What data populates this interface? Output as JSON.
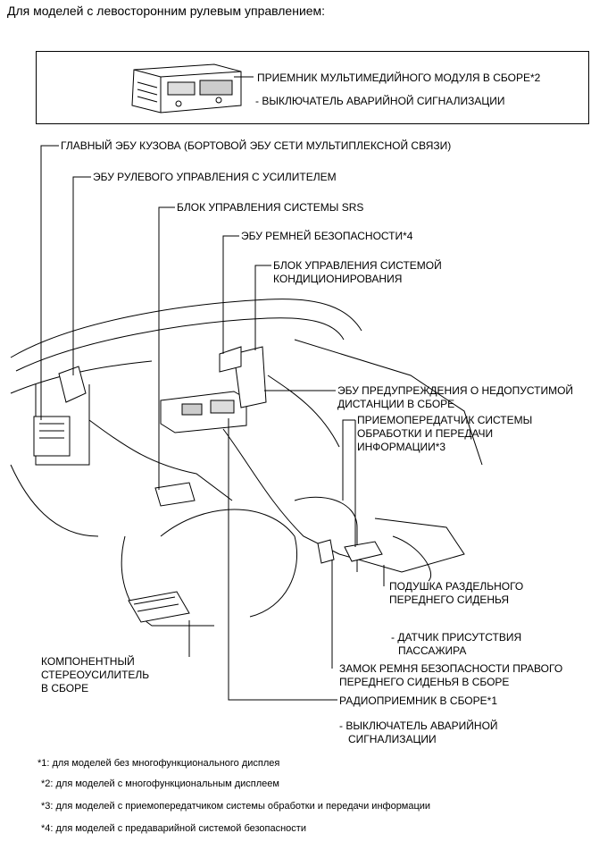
{
  "header": "Для моделей с левосторонним рулевым управлением:",
  "box_labels": {
    "receiver": "ПРИЕМНИК МУЛЬТИМЕДИЙНОГО МОДУЛЯ В СБОРЕ*2",
    "hazard_switch": "- ВЫКЛЮЧАТЕЛЬ АВАРИЙНОЙ СИГНАЛИЗАЦИИ"
  },
  "labels": {
    "body_ecu": "ГЛАВНЫЙ ЭБУ КУЗОВА (БОРТОВОЙ ЭБУ СЕТИ МУЛЬТИПЛЕКСНОЙ СВЯЗИ)",
    "eps_ecu": "ЭБУ РУЛЕВОГО УПРАВЛЕНИЯ С УСИЛИТЕЛЕМ",
    "srs_unit": "БЛОК УПРАВЛЕНИЯ СИСТЕМЫ SRS",
    "seatbelt_ecu": "ЭБУ РЕМНЕЙ БЕЗОПАСНОСТИ*4",
    "ac_unit_1": "БЛОК УПРАВЛЕНИЯ СИСТЕМОЙ",
    "ac_unit_2": "КОНДИЦИОНИРОВАНИЯ",
    "distance_ecu_1": "ЭБУ ПРЕДУПРЕЖДЕНИЯ О НЕДОПУСТИМОЙ",
    "distance_ecu_2": "ДИСТАНЦИИ В СБОРЕ",
    "transceiver_1": "ПРИЕМОПЕРЕДАТЧИК СИСТЕМЫ",
    "transceiver_2": "ОБРАБОТКИ И ПЕРЕДАЧИ",
    "transceiver_3": "ИНФОРМАЦИИ*3",
    "seat_cushion_1": "ПОДУШКА РАЗДЕЛЬНОГО",
    "seat_cushion_2": "ПЕРЕДНЕГО СИДЕНЬЯ",
    "occupant_sensor_1": "- ДАТЧИК ПРИСУТСТВИЯ",
    "occupant_sensor_2": "ПАССАЖИРА",
    "buckle_1": "ЗАМОК РЕМНЯ БЕЗОПАСНОСТИ ПРАВОГО",
    "buckle_2": "ПЕРЕДНЕГО СИДЕНЬЯ В СБОРЕ",
    "radio": "РАДИОПРИЕМНИК В СБОРЕ*1",
    "radio_hazard_1": "- ВЫКЛЮЧАТЕЛЬ АВАРИЙНОЙ",
    "radio_hazard_2": "СИГНАЛИЗАЦИИ",
    "amp_1": "КОМПОНЕНТНЫЙ",
    "amp_2": "СТЕРЕОУСИЛИТЕЛЬ",
    "amp_3": "В СБОРЕ"
  },
  "footnotes": [
    "*1: для моделей без многофункционального дисплея",
    "*2: для моделей с многофункциональным дисплеем",
    "*3: для моделей с приемопередатчиком системы обработки и передачи информации",
    "*4: для моделей с предаварийной системой безопасности"
  ]
}
